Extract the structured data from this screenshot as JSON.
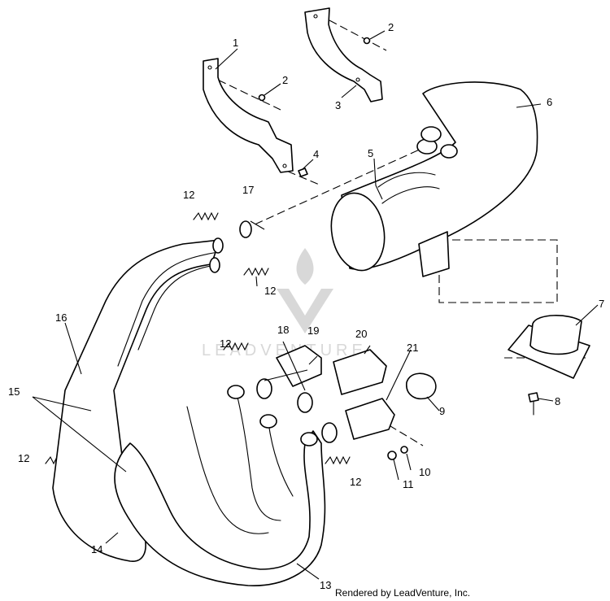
{
  "callouts": [
    {
      "id": "c1",
      "label": "1"
    },
    {
      "id": "c2a",
      "label": "2"
    },
    {
      "id": "c2b",
      "label": "2"
    },
    {
      "id": "c3",
      "label": "3"
    },
    {
      "id": "c4",
      "label": "4"
    },
    {
      "id": "c5",
      "label": "5"
    },
    {
      "id": "c6",
      "label": "6"
    },
    {
      "id": "c7",
      "label": "7"
    },
    {
      "id": "c8",
      "label": "8"
    },
    {
      "id": "c9",
      "label": "9"
    },
    {
      "id": "c10",
      "label": "10"
    },
    {
      "id": "c11",
      "label": "11"
    },
    {
      "id": "c12a",
      "label": "12"
    },
    {
      "id": "c12b",
      "label": "12"
    },
    {
      "id": "c12c",
      "label": "12"
    },
    {
      "id": "c12d",
      "label": "12"
    },
    {
      "id": "c12e",
      "label": "12"
    },
    {
      "id": "c13",
      "label": "13"
    },
    {
      "id": "c14",
      "label": "14"
    },
    {
      "id": "c15",
      "label": "15"
    },
    {
      "id": "c16",
      "label": "16"
    },
    {
      "id": "c17",
      "label": "17"
    },
    {
      "id": "c18",
      "label": "18"
    },
    {
      "id": "c19",
      "label": "19"
    },
    {
      "id": "c20",
      "label": "20"
    },
    {
      "id": "c21",
      "label": "21"
    }
  ],
  "watermark": {
    "text": "LEADVENTURE",
    "icon": "flame-v-logo-icon"
  },
  "credit": "Rendered by LeadVenture, Inc."
}
